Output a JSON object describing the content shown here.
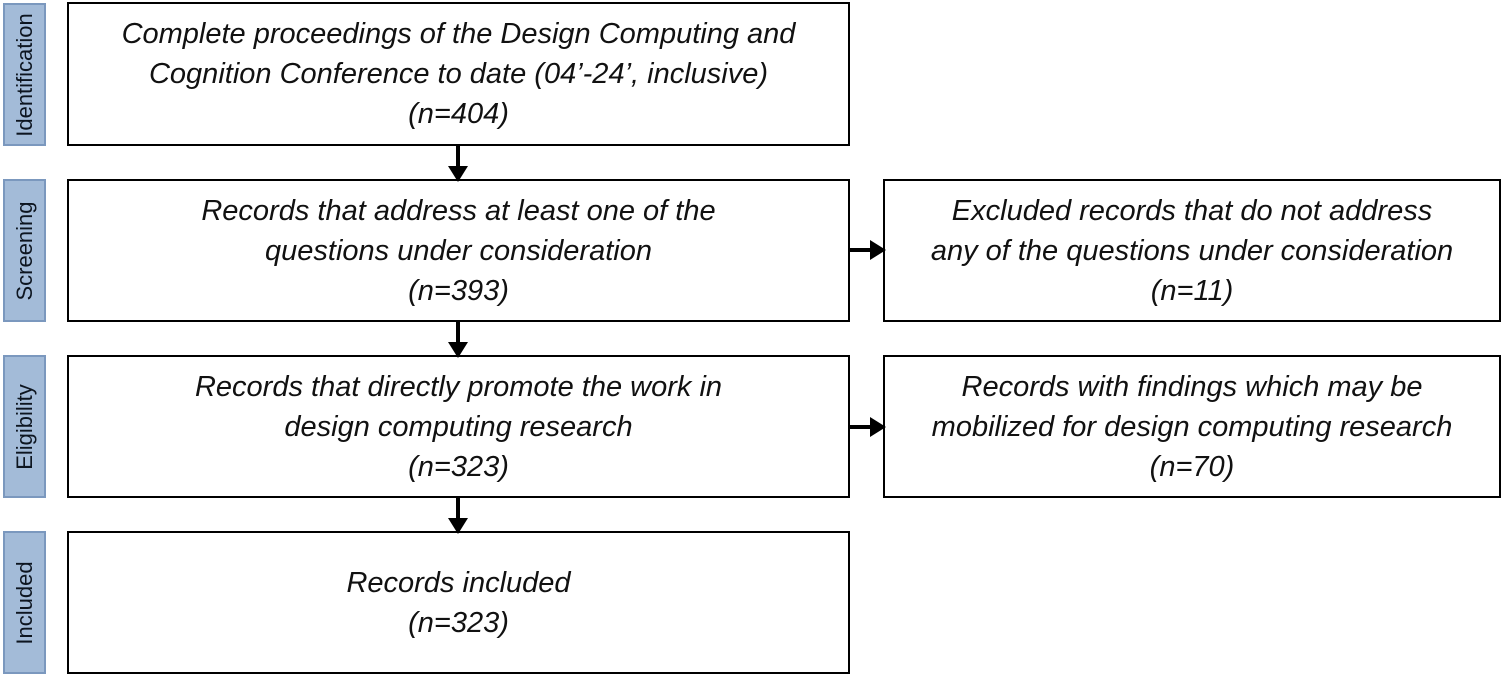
{
  "stages": {
    "identification": "Identification",
    "screening": "Screening",
    "eligibility": "Eligibility",
    "included": "Included"
  },
  "boxes": {
    "identified": {
      "lines": [
        "Complete proceedings of the Design Computing and",
        "Cognition Conference to date (04’-24’, inclusive)"
      ],
      "count": "(n=404)"
    },
    "screened": {
      "lines": [
        "Records that address at least one of the",
        "questions under consideration"
      ],
      "count": "(n=393)"
    },
    "excluded": {
      "lines": [
        "Excluded records that do not address",
        "any of the questions under consideration"
      ],
      "count": "(n=11)"
    },
    "eligible": {
      "lines": [
        "Records that directly promote the work in",
        "design computing research"
      ],
      "count": "(n=323)"
    },
    "mobilized": {
      "lines": [
        "Records with findings which may be",
        "mobilized for design computing research"
      ],
      "count": "(n=70)"
    },
    "included": {
      "lines": [
        "Records included"
      ],
      "count": "(n=323)"
    }
  },
  "colors": {
    "stage_fill": "#a3bbd8",
    "stage_border": "#7b98be",
    "box_border": "#000000",
    "arrow": "#000000"
  }
}
